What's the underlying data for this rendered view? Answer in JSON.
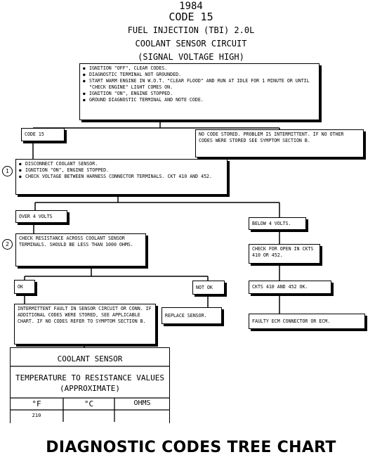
{
  "header": {
    "year": "1984",
    "code": "CODE 15",
    "system": "FUEL INJECTION (TBI) 2.0L",
    "circuit": "COOLANT SENSOR CIRCUIT",
    "condition": "(SIGNAL VOLTAGE HIGH)"
  },
  "steps": {
    "initial": [
      "IGNITION \"OFF\", CLEAR CODES.",
      "DIAGNOSTIC TERMINAL NOT GROUNDED.",
      "START WARM ENGINE IN W.O.T. \"CLEAR FLOOD\" AND RUN AT IDLE FOR 1 MINUTE OR UNTIL \"CHECK ENGINE\" LIGHT COMES ON.",
      "IGNITION \"ON\", ENGINE STOPPED.",
      "GROUND DIAGNOSTIC TERMINAL AND NOTE CODE."
    ],
    "code15": "CODE 15",
    "no_code": "NO CODE STORED. PROBLEM IS INTERMITTENT. IF NO OTHER CODES WERE STORED SEE SYMPTOM SECTION B.",
    "marker1": "1",
    "step1": [
      "DISCONNECT COOLANT SENSOR.",
      "IGNITION \"ON\", ENGINE STOPPED.",
      "CHECK VOLTAGE BETWEEN HARNESS CONNECTOR TERMINALS. CKT 410 AND 452."
    ],
    "over4": "OVER 4 VOLTS",
    "below4": "BELOW 4 VOLTS.",
    "marker2": "2",
    "step2": "CHECK RESISTANCE ACROSS COOLANT SENSOR TERMINALS. SHOULD BE LESS THAN 1000 OHMS.",
    "check_open": "CHECK FOR OPEN IN CKTS 410 OR 452.",
    "ok": "OK",
    "not_ok": "NOT OK",
    "ckts_ok": "CKTS 410 AND 452 OK.",
    "intermittent": "INTERMITTENT FAULT IN SENSOR CIRCUIT OR CONN. IF ADDITIONAL CODES WERE STORED, SEE APPLICABLE CHART. IF NO CODES REFER TO SYMPTOM SECTION B.",
    "replace": "REPLACE SENSOR.",
    "faulty_ecm": "FAULTY ECM CONNECTOR OR ECM."
  },
  "table": {
    "title": "COOLANT SENSOR",
    "subtitle1": "TEMPERATURE TO RESISTANCE VALUES",
    "subtitle2": "(APPROXIMATE)",
    "col_f": "°F",
    "col_c": "°C",
    "col_ohms": "OHMS",
    "row1_f": "210"
  },
  "footer": "DIAGNOSTIC CODES TREE CHART"
}
